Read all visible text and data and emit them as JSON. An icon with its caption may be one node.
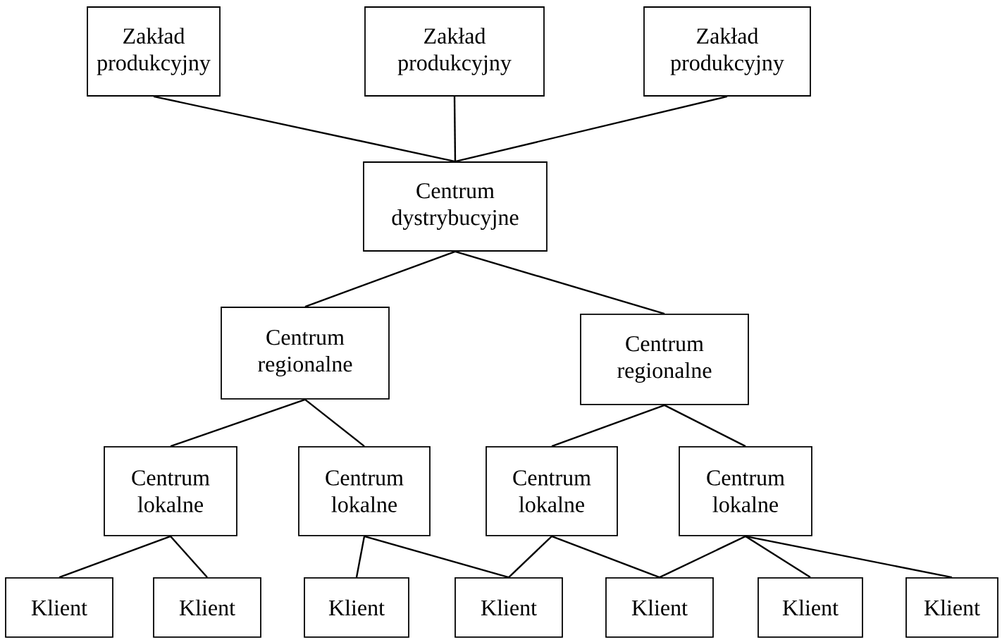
{
  "diagram": {
    "nodes": [
      {
        "text": [
          "Zakład produkcyjny"
        ]
      },
      {
        "text": [
          "Zakład produkcyjny"
        ]
      },
      {
        "text": [
          "Zakład produkcyjny"
        ]
      },
      {
        "text": [
          "Centrum dystrybucyjne"
        ]
      },
      {
        "text": [
          "Centrum regionalne"
        ]
      },
      {
        "text": [
          "Centrum regionalne"
        ]
      },
      {
        "text": [
          "Centrum lokalne"
        ]
      },
      {
        "text": [
          "Centrum lokalne"
        ]
      },
      {
        "text": [
          "Centrum lokalne"
        ]
      },
      {
        "text": [
          "Centrum lokalne"
        ]
      },
      {
        "text": [
          "Klient"
        ]
      },
      {
        "text": [
          "Klient"
        ]
      },
      {
        "text": [
          "Klient"
        ]
      },
      {
        "text": [
          "Klient"
        ]
      },
      {
        "text": [
          "Klient"
        ]
      },
      {
        "text": [
          "Klient"
        ]
      },
      {
        "text": [
          "Klient"
        ]
      }
    ],
    "edges": [
      {
        "from": 0,
        "to": 3,
        "arrow": "none"
      },
      {
        "from": 1,
        "to": 3,
        "arrow": "none"
      },
      {
        "from": 2,
        "to": 3,
        "arrow": "none"
      },
      {
        "from": 3,
        "to": 4,
        "arrow": "none"
      },
      {
        "from": 3,
        "to": 5,
        "arrow": "none"
      },
      {
        "from": 4,
        "to": 6,
        "arrow": "none"
      },
      {
        "from": 4,
        "to": 7,
        "arrow": "none"
      },
      {
        "from": 5,
        "to": 8,
        "arrow": "none"
      },
      {
        "from": 5,
        "to": 9,
        "arrow": "none"
      },
      {
        "from": 6,
        "to": 10,
        "arrow": "none"
      },
      {
        "from": 6,
        "to": 11,
        "arrow": "none"
      },
      {
        "from": 7,
        "to": 12,
        "arrow": "none"
      },
      {
        "from": 7,
        "to": 13,
        "arrow": "none"
      },
      {
        "from": 8,
        "to": 13,
        "arrow": "none"
      },
      {
        "from": 8,
        "to": 14,
        "arrow": "none"
      },
      {
        "from": 9,
        "to": 14,
        "arrow": "none"
      },
      {
        "from": 9,
        "to": 15,
        "arrow": "none"
      },
      {
        "from": 9,
        "to": 16,
        "arrow": "none"
      }
    ]
  }
}
